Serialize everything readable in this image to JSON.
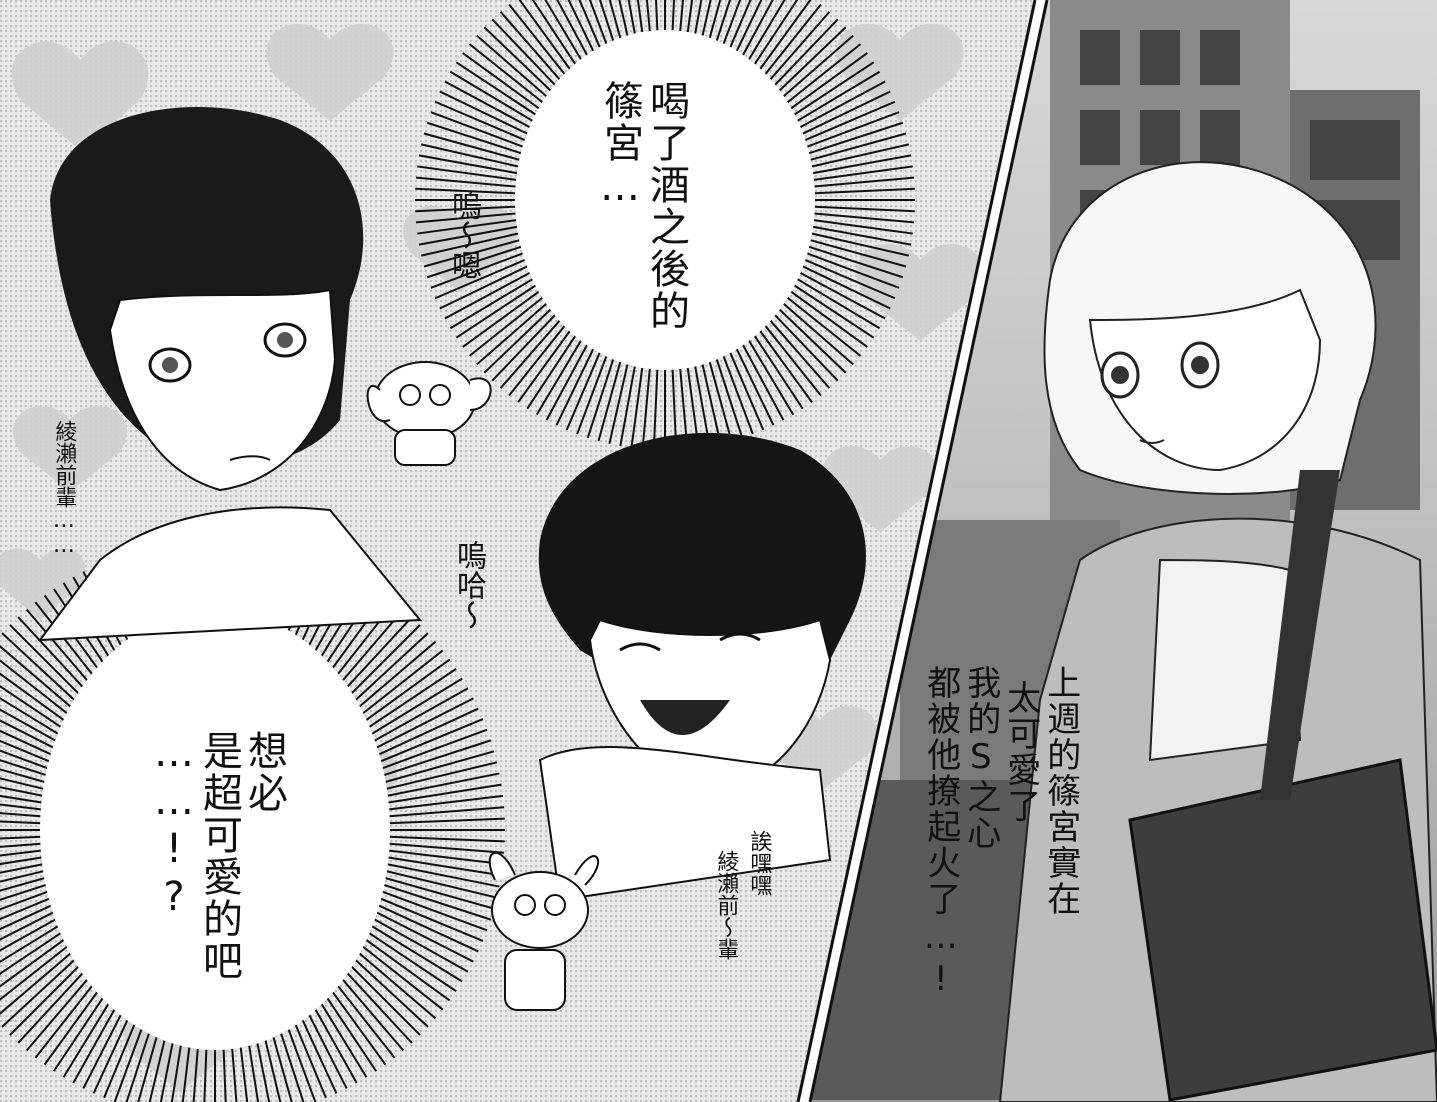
{
  "texts": {
    "burst_top": [
      "喝了酒之後的",
      "篠宮…"
    ],
    "sfx_uu": "嗚〜嗯",
    "ayase_senpai_small": "綾瀨前輩……",
    "sfx_uha": "嗚哈〜",
    "burst_bottom": [
      "想必",
      "是超可愛的吧",
      "……!?"
    ],
    "dog_sfx": [
      "誒嘿嘿",
      "綾瀨前〜輩"
    ],
    "narration_right": [
      "上週的篠宮實在",
      "太可愛了",
      "我的S之心",
      "都被他撩起火了…!"
    ]
  },
  "icons": {
    "left_panel_dog": "puppy-icon",
    "bottom_dog": "puppy-icon"
  }
}
